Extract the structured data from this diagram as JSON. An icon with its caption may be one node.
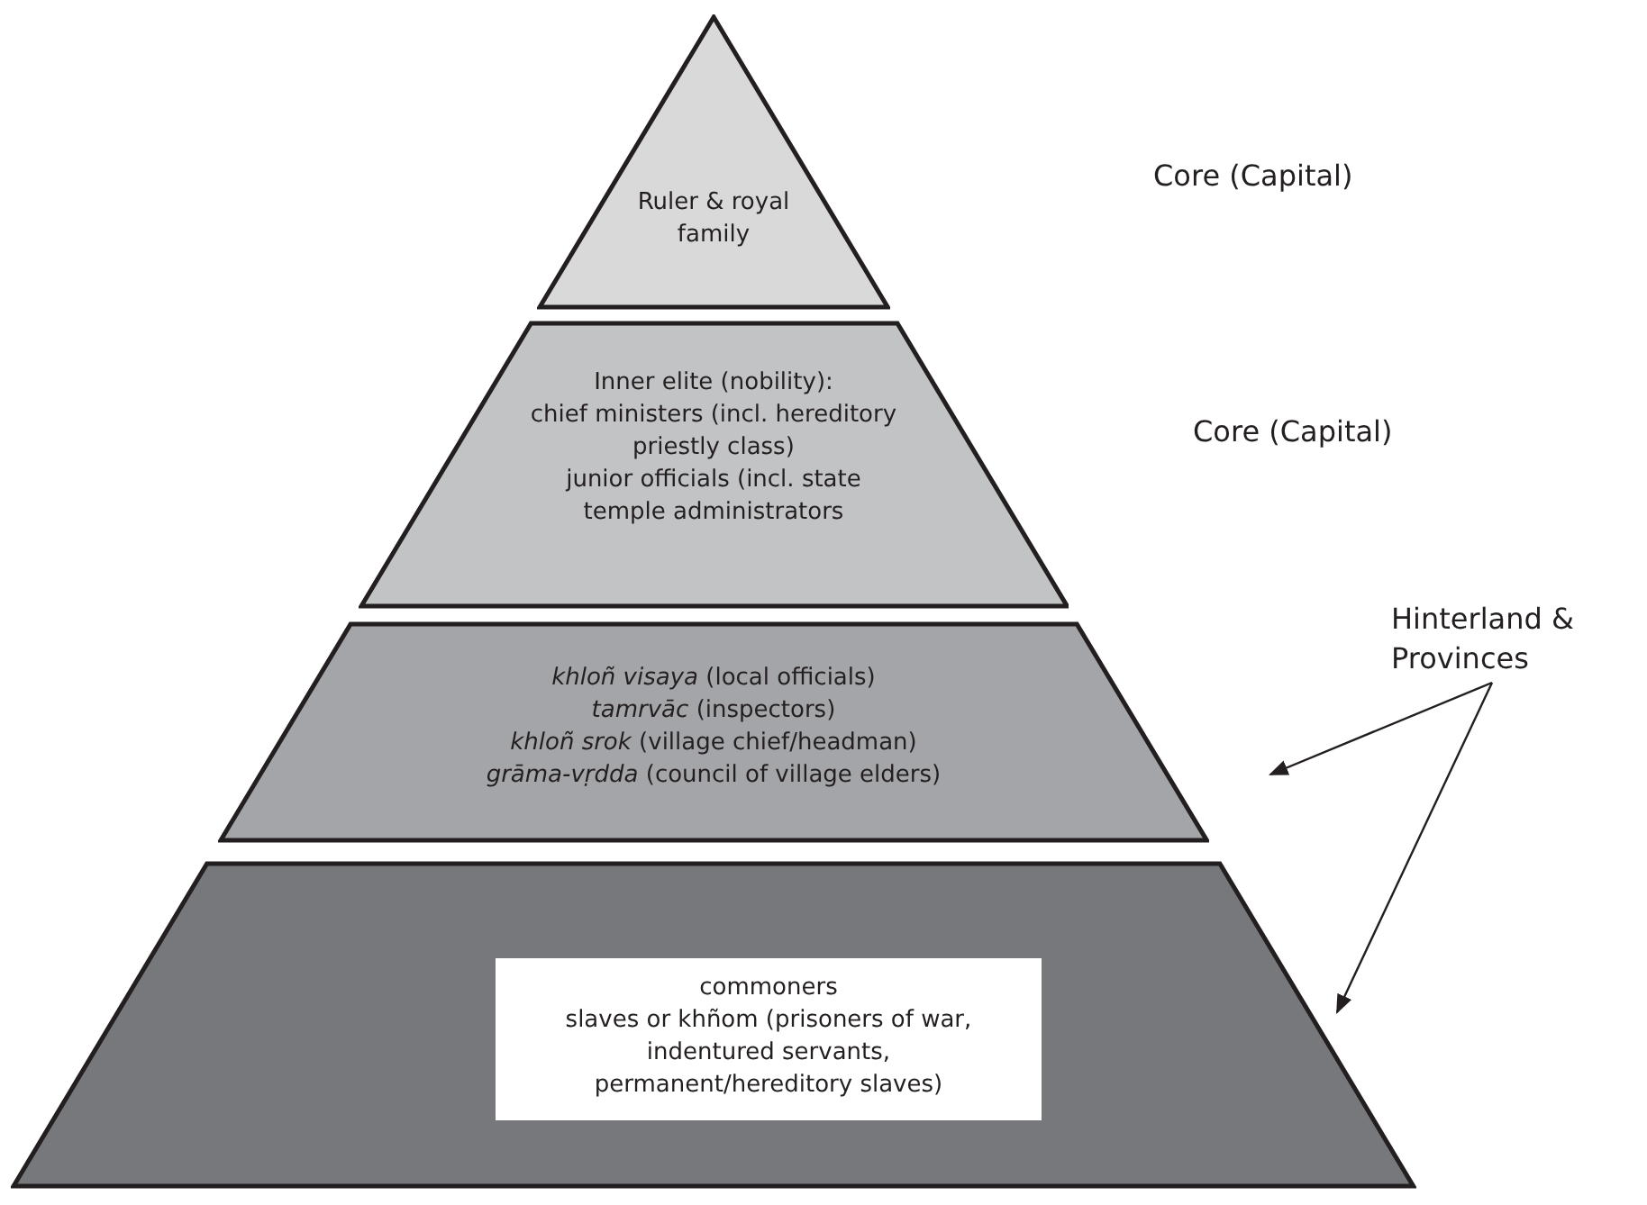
{
  "diagram": {
    "nodes": [
      {
        "text": [
          "Ruler & royal family"
        ]
      },
      {
        "text": [
          "Inner elite (nobility):",
          "chief ministers (incl. hereditory priestly class)",
          "junior officials (incl. state temple administrators"
        ]
      },
      {
        "text": [
          "*khloñ visaya* (local officials)",
          "*tamrvāc* (inspectors)",
          "*khloñ srok* (village chief/headman)",
          "*grāma-vṛdda* (council of village elders)"
        ]
      },
      {
        "text": [],
        "shape": "band"
      },
      {
        "text": [
          "commoners",
          "slaves or khñom (prisoners of war, indentured servants, permanent/hereditory slaves)"
        ],
        "in": 3
      },
      {
        "text": [
          "Hinterland & Provinces"
        ]
      }
    ],
    "edges": [
      {
        "from": 5,
        "to": 2,
        "arrow": "to"
      },
      {
        "from": 5,
        "to": 3,
        "arrow": "to"
      }
    ],
    "labels": [
      "Core (Capital)",
      "Core (Capital)"
    ]
  }
}
